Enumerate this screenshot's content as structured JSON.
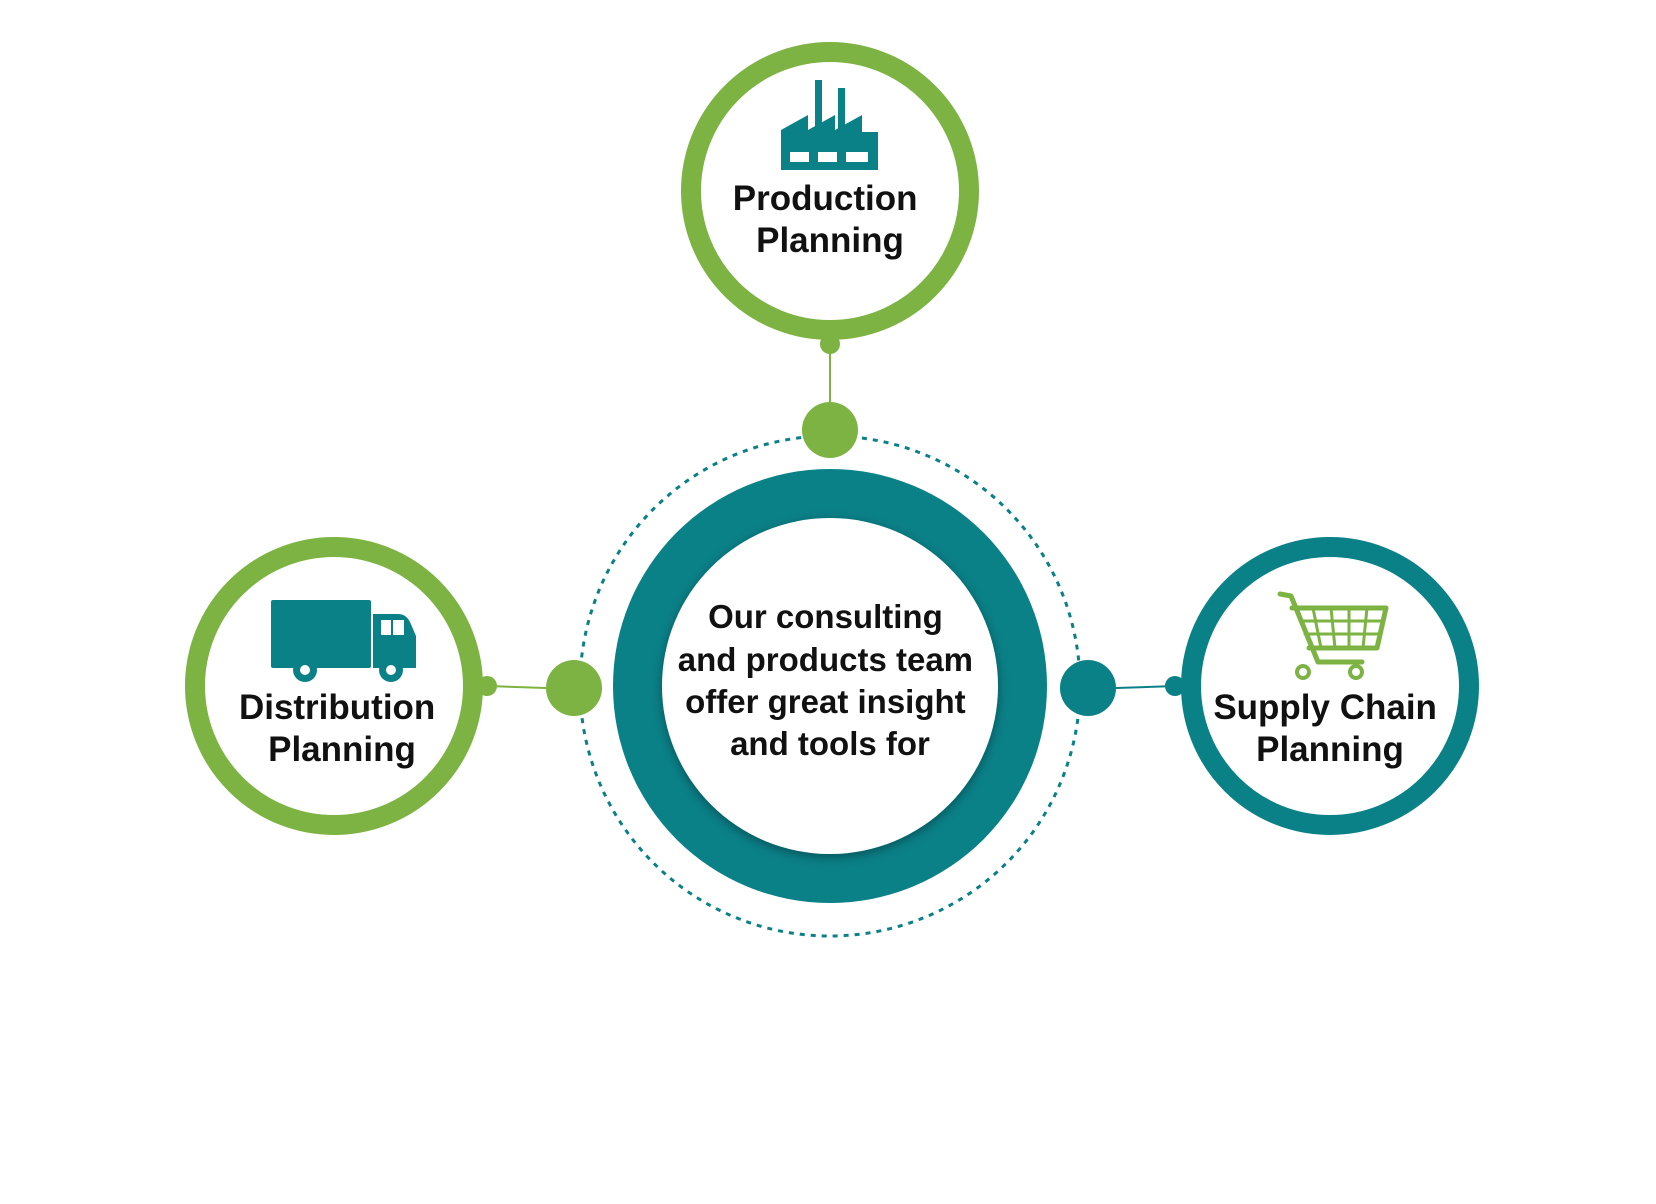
{
  "colors": {
    "green": "#7cb342",
    "teal": "#0a8087",
    "text": "#111111"
  },
  "center": {
    "lines": [
      "Our consulting",
      "and products team",
      "offer great insight",
      "and tools for"
    ]
  },
  "nodes": {
    "production": {
      "line1": "Production",
      "line2": "Planning",
      "icon": "factory-icon"
    },
    "distribution": {
      "line1": "Distribution",
      "line2": "Planning",
      "icon": "truck-icon"
    },
    "supply": {
      "line1": "Supply Chain",
      "line2": "Planning",
      "icon": "shopping-cart-icon"
    }
  }
}
